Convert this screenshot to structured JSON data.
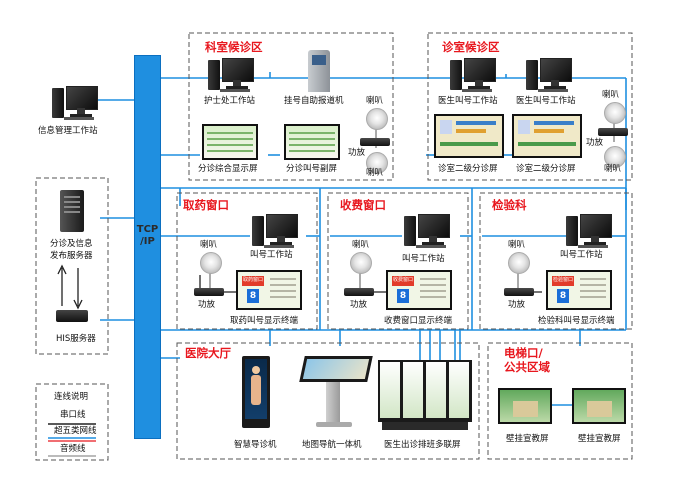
{
  "network": {
    "label": "TCP\n/IP",
    "bus_color": "#1f8fe0",
    "line_color": "#1f8fe0",
    "zone_title_color": "#e8171e"
  },
  "left": {
    "info_station": "信息管理工作站",
    "server": "分诊及信息\n发布服务器",
    "his": "HIS服务器"
  },
  "legend": {
    "title": "连线说明",
    "items": [
      "串口线",
      "超五类网线",
      "音频线"
    ],
    "colors": [
      "#222222",
      "#1f8fe0",
      "#e8171e"
    ]
  },
  "zones": {
    "dept": {
      "title": "科室候诊区",
      "nurse_station": "护士处工作站",
      "self_service": "挂号自助报道机",
      "speaker": "喇叭",
      "amp": "功放",
      "speaker2": "喇叭",
      "main_screen": "分诊综合显示屏",
      "sub_screen": "分诊叫号副屏"
    },
    "clinic": {
      "title": "诊室候诊区",
      "doctor_station_1": "医生叫号工作站",
      "doctor_station_2": "医生叫号工作站",
      "speaker": "喇叭",
      "amp": "功放",
      "speaker2": "喇叭",
      "screen_1": "诊室二级分诊屏",
      "screen_2": "诊室二级分诊屏"
    },
    "pharmacy": {
      "title": "取药窗口",
      "speaker": "喇叭",
      "station": "叫号工作站",
      "amp": "功放",
      "terminal": "取药叫号显示终端",
      "screen_text": "取药窗口",
      "screen_num": "8"
    },
    "cashier": {
      "title": "收费窗口",
      "speaker": "喇叭",
      "station": "叫号工作站",
      "amp": "功放",
      "terminal": "收费窗口显示终端",
      "screen_text": "收费窗口",
      "screen_num": "8"
    },
    "lab": {
      "title": "检验科",
      "speaker": "喇叭",
      "station": "叫号工作站",
      "amp": "功放",
      "terminal": "检验科叫号显示终端",
      "screen_text": "检验窗口",
      "screen_num": "8"
    },
    "hall": {
      "title": "医院大厅",
      "guide": "智慧导诊机",
      "map": "地图导航一体机",
      "multi": "医生出诊排班多联屏"
    },
    "elevator": {
      "title": "电梯口/\n公共区域",
      "screen_1": "壁挂宣教屏",
      "screen_2": "壁挂宣教屏"
    }
  }
}
